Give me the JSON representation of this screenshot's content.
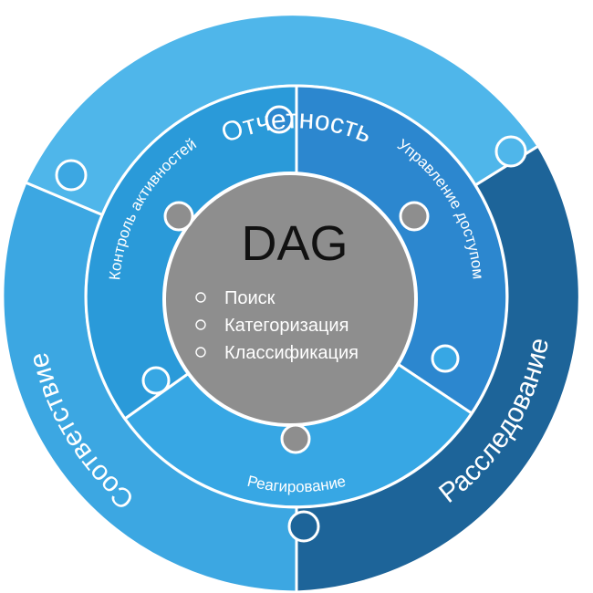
{
  "diagram": {
    "center": {
      "title": "DAG",
      "items": [
        "Поиск",
        "Категоризация",
        "Классификация"
      ]
    },
    "outer_ring": [
      {
        "label": "Отчетность",
        "color": "#4fb6ea"
      },
      {
        "label": "Расследование",
        "color": "#1d6499"
      },
      {
        "label": "Соответствие",
        "color": "#3ca7e2"
      }
    ],
    "inner_ring": [
      {
        "label": "Контроль активностей",
        "color": "#2a9ad9"
      },
      {
        "label": "Управление доступом",
        "color": "#2c87cf"
      },
      {
        "label": "Реагирование",
        "color": "#37a7e4"
      }
    ],
    "colors": {
      "center": "#8e8e8e",
      "border": "#ffffff"
    }
  }
}
